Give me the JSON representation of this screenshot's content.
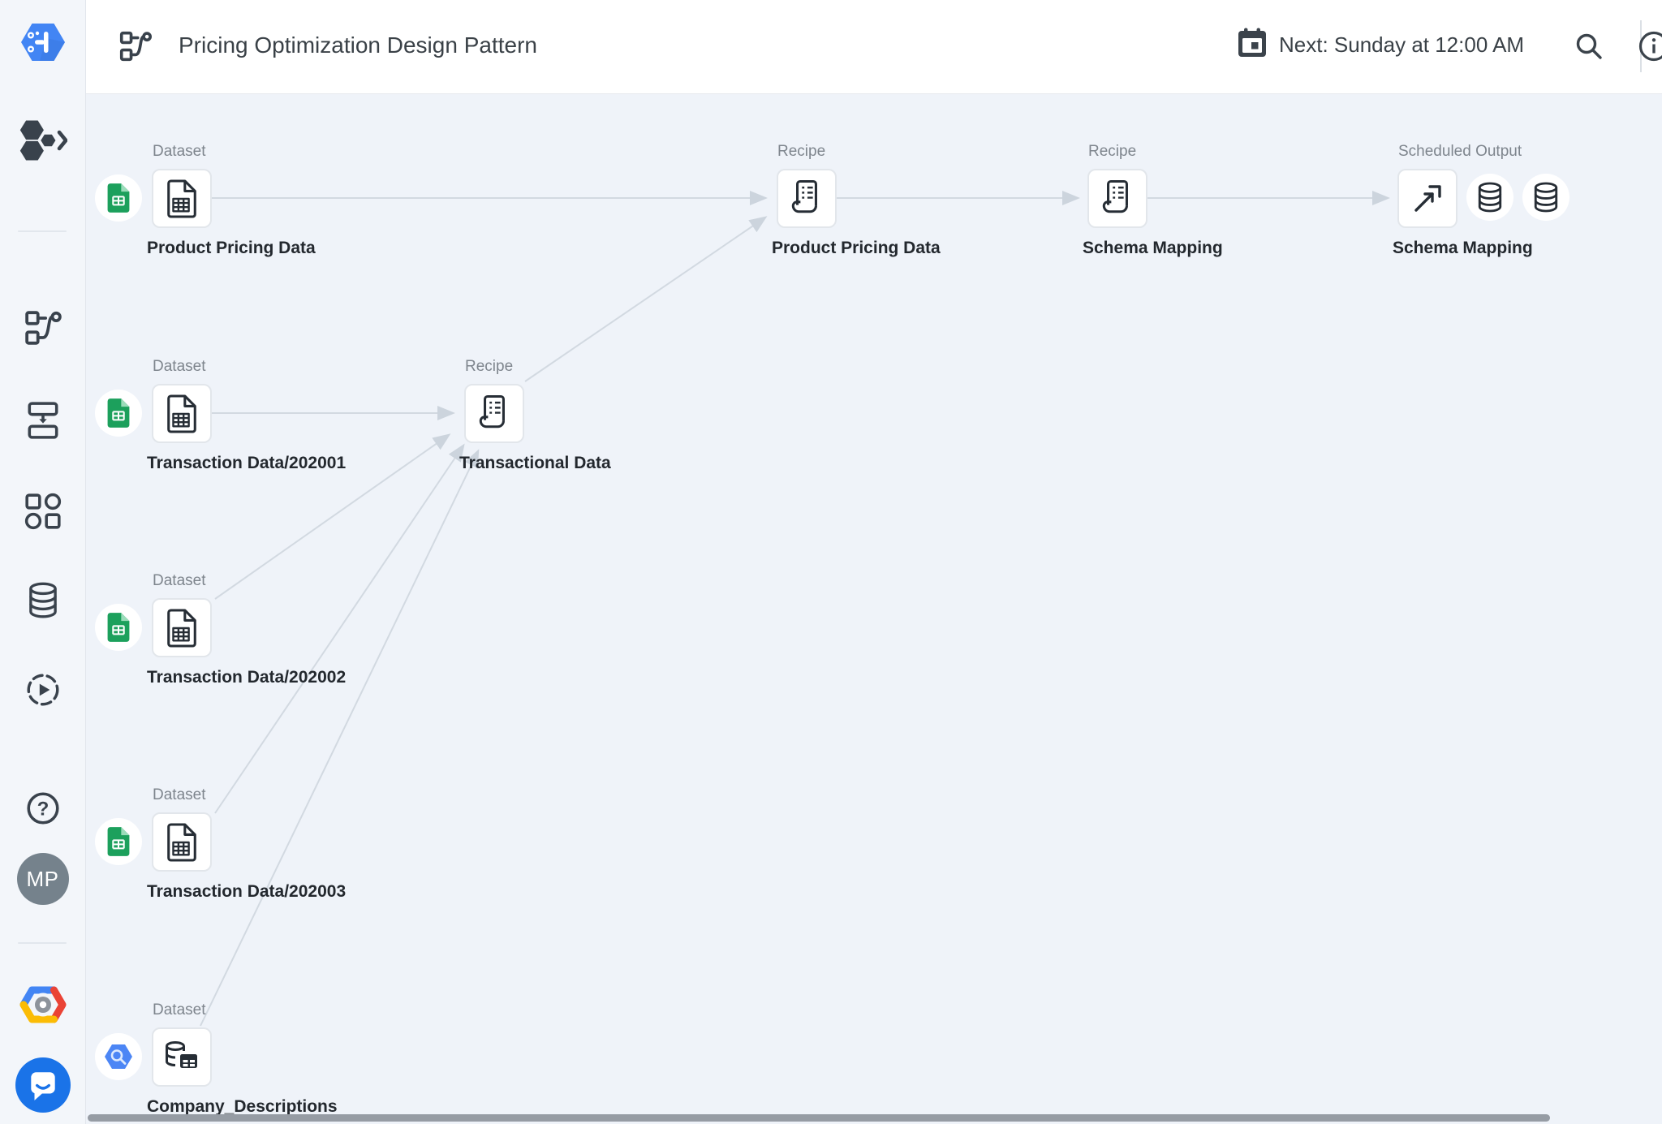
{
  "header": {
    "title": "Pricing Optimization Design Pattern",
    "next_run_label": "Next: Sunday at 12:00 AM"
  },
  "sidebar": {
    "avatar_initials": "MP",
    "icons": [
      "dataprep-logo",
      "hexagon-flows-expander",
      "flow",
      "plan",
      "library",
      "connections",
      "job-runs",
      "help",
      "avatar",
      "google-cloud-logo",
      "chat-support"
    ]
  },
  "flow": {
    "nodes": [
      {
        "type_label": "Dataset",
        "name": "Product Pricing Data",
        "source": "google-sheets"
      },
      {
        "type_label": "Recipe",
        "name": "Product Pricing Data"
      },
      {
        "type_label": "Recipe",
        "name": "Schema Mapping"
      },
      {
        "type_label": "Scheduled Output",
        "name": "Schema Mapping",
        "targets": [
          "database",
          "database"
        ]
      },
      {
        "type_label": "Dataset",
        "name": "Transaction Data/202001",
        "source": "google-sheets"
      },
      {
        "type_label": "Recipe",
        "name": "Transactional Data"
      },
      {
        "type_label": "Dataset",
        "name": "Transaction Data/202002",
        "source": "google-sheets"
      },
      {
        "type_label": "Dataset",
        "name": "Transaction Data/202003",
        "source": "google-sheets"
      },
      {
        "type_label": "Dataset",
        "name": "Company_Descriptions",
        "source": "bigquery"
      }
    ],
    "edges": [
      {
        "from": "Product Pricing Data (dataset)",
        "to": "Product Pricing Data (recipe)"
      },
      {
        "from": "Product Pricing Data (recipe)",
        "to": "Schema Mapping (recipe)"
      },
      {
        "from": "Schema Mapping (recipe)",
        "to": "Schema Mapping (scheduled output)"
      },
      {
        "from": "Transaction Data/202001",
        "to": "Transactional Data"
      },
      {
        "from": "Transactional Data",
        "to": "Product Pricing Data (recipe)"
      },
      {
        "from": "Transaction Data/202002",
        "to": "Transactional Data"
      },
      {
        "from": "Transaction Data/202003",
        "to": "Transactional Data"
      },
      {
        "from": "Company_Descriptions",
        "to": "Transactional Data"
      }
    ]
  },
  "colors": {
    "accent_blue": "#4285f4",
    "sheets_green": "#1ca05c",
    "edge_gray": "#d2d9e1",
    "canvas_bg": "#eff3f9",
    "sidebar_bg": "#f3f6fa",
    "icon_dark": "#2b323a",
    "label_gray": "#7e858d",
    "name_dark": "#23282e",
    "chat_blue": "#1a73e8",
    "avatar_gray": "#75828c"
  }
}
